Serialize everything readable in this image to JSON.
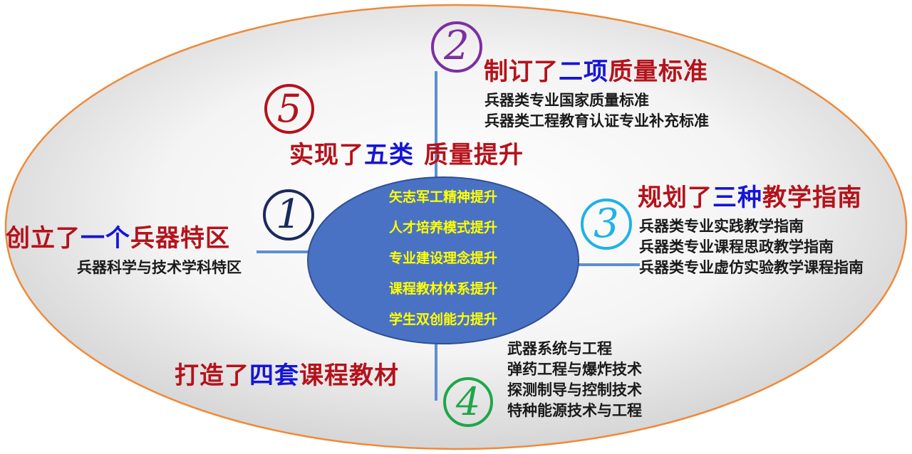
{
  "center": {
    "items": [
      "矢志军工精神提升",
      "人才培养模式提升",
      "专业建设理念提升",
      "课程教材体系提升",
      "学生双创能力提升"
    ]
  },
  "branches": [
    {
      "number": "1",
      "headline": {
        "pre": "创立了",
        "highlight": "一个",
        "post": "兵器特区"
      },
      "items": [
        "兵器科学与技术学科特区"
      ],
      "number_color": "#1a2a5e"
    },
    {
      "number": "2",
      "headline": {
        "pre": "制订了",
        "highlight": "二项",
        "post": "质量标准"
      },
      "items": [
        "兵器类专业国家质量标准",
        "兵器类工程教育认证专业补充标准"
      ],
      "number_color": "#7b2fa0"
    },
    {
      "number": "3",
      "headline": {
        "pre": "规划了",
        "highlight": "三种",
        "post": "教学指南"
      },
      "items": [
        "兵器类专业实践教学指南",
        "兵器类专业课程思政教学指南",
        "兵器类专业虚仿实验教学课程指南"
      ],
      "number_color": "#1eb3e6"
    },
    {
      "number": "4",
      "headline": {
        "pre": "打造了",
        "highlight": "四套",
        "post": "课程教材"
      },
      "items": [
        "武器系统与工程",
        "弹药工程与爆炸技术",
        "探测制导与控制技术",
        "特种能源技术与工程"
      ],
      "number_color": "#1fa64a"
    },
    {
      "number": "5",
      "headline": {
        "pre": "实现了",
        "highlight": "五类",
        "post": "质量提升"
      },
      "items": [],
      "number_color": "#b5121b"
    }
  ],
  "colors": {
    "outer_ellipse_border": "#ee8a3a",
    "center_ellipse_fill": "#4a72c4",
    "connector": "#5b8fd4",
    "center_text": "#ffff00",
    "headline_red": "#b5121b",
    "headline_blue": "#1515d6"
  }
}
